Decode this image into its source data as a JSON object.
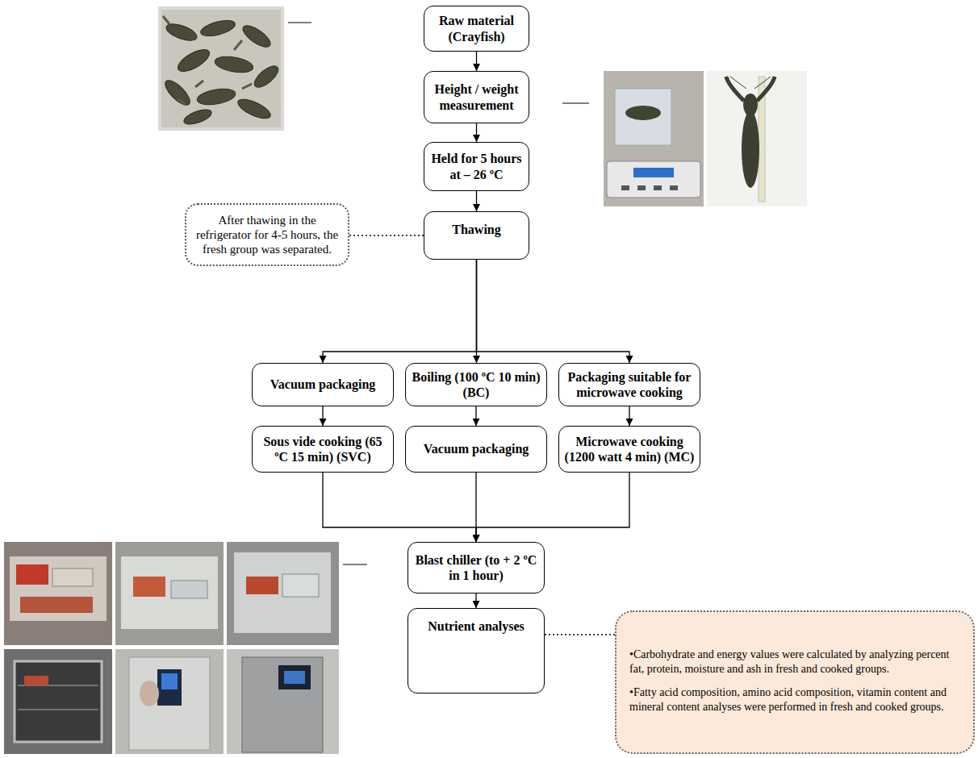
{
  "diagram": {
    "nodes": [
      {
        "text": [
          "Raw material (Crayfish)"
        ]
      },
      {
        "text": [
          "Height / weight measurement"
        ]
      },
      {
        "text": [
          "Held for 5 hours at – 26 ºC"
        ]
      },
      {
        "text": [
          "After thawing in the refrigerator for 4-5 hours, the fresh group was separated."
        ]
      },
      {
        "text": [
          "Thawing"
        ]
      },
      {
        "text": [
          "Vacuum packaging"
        ]
      },
      {
        "text": [
          "Boiling (100 ºC 10 min) (BC)"
        ]
      },
      {
        "text": [
          "Packaging suitable for microwave cooking"
        ]
      },
      {
        "text": [
          "Sous vide cooking (65 ºC 15 min) (SVC)"
        ]
      },
      {
        "text": [
          "Vacuum packaging"
        ]
      },
      {
        "text": [
          "Microwave cooking (1200 watt 4 min) (MC)"
        ]
      },
      {
        "text": [
          "Blast chiller (to + 2 ºC in 1 hour)"
        ]
      },
      {
        "text": [
          "Nutrient analyses"
        ]
      },
      {
        "text": [
          "•Carbohydrate and energy values were calculated by analyzing percent fat, protein, moisture and ash in fresh and cooked groups.",
          "•Fatty acid composition, amino acid composition, vitamin content and mineral content analyses were performed in fresh and cooked groups."
        ]
      }
    ],
    "edges": [
      {
        "from": 0,
        "to": 1,
        "arrow": "to"
      },
      {
        "from": 1,
        "to": 2,
        "arrow": "to"
      },
      {
        "from": 2,
        "to": 4,
        "arrow": "to"
      },
      {
        "from": 3,
        "to": 4,
        "arrow": "none"
      },
      {
        "from": 4,
        "to": 5,
        "arrow": "to"
      },
      {
        "from": 4,
        "to": 6,
        "arrow": "to"
      },
      {
        "from": 4,
        "to": 7,
        "arrow": "to"
      },
      {
        "from": 5,
        "to": 8,
        "arrow": "to"
      },
      {
        "from": 6,
        "to": 9,
        "arrow": "to"
      },
      {
        "from": 7,
        "to": 10,
        "arrow": "to"
      },
      {
        "from": 8,
        "to": 11,
        "arrow": "to"
      },
      {
        "from": 9,
        "to": 11,
        "arrow": "to"
      },
      {
        "from": 10,
        "to": 11,
        "arrow": "to"
      },
      {
        "from": 11,
        "to": 12,
        "arrow": "to"
      },
      {
        "from": 12,
        "to": 13,
        "arrow": "none"
      }
    ]
  }
}
